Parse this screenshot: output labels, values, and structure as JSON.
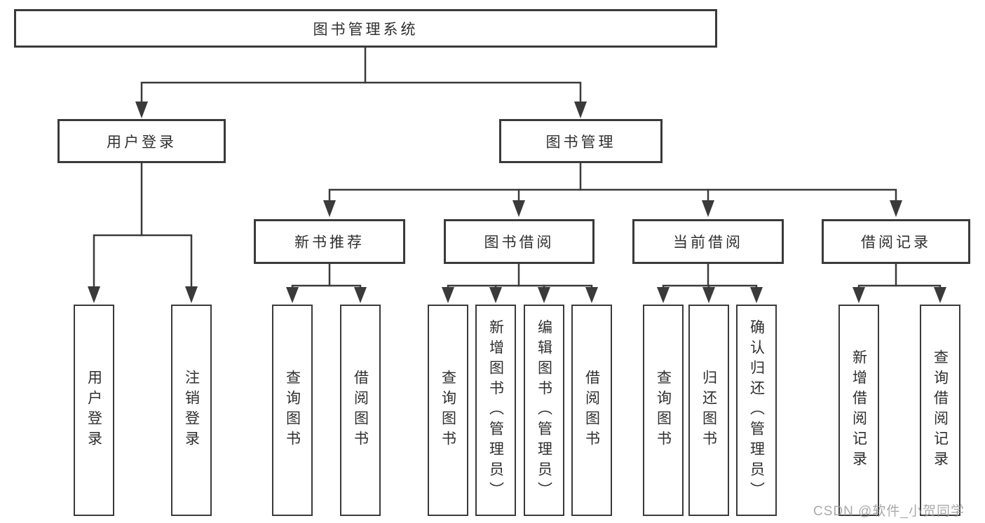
{
  "tree": {
    "root": "图书管理系统",
    "level2": [
      {
        "label": "用户登录",
        "children": [
          "用户登录",
          "注销登录"
        ]
      },
      {
        "label": "图书管理",
        "children": [
          {
            "label": "新书推荐",
            "children": [
              "查询图书",
              "借阅图书"
            ]
          },
          {
            "label": "图书借阅",
            "children": [
              "查询图书",
              "新增图书（管理员）",
              "编辑图书（管理员）",
              "借阅图书"
            ]
          },
          {
            "label": "当前借阅",
            "children": [
              "查询图书",
              "归还图书",
              "确认归还（管理员）"
            ]
          },
          {
            "label": "借阅记录",
            "children": [
              "新增借阅记录",
              "查询借阅记录"
            ]
          }
        ]
      }
    ]
  },
  "watermark": "CSDN @软件_小贺同学",
  "colors": {
    "line": "#3a3a3a",
    "box_border": "#3a3a3a",
    "text": "#2f2f2f",
    "watermark": "#9c9c9c",
    "background": "#ffffff"
  }
}
